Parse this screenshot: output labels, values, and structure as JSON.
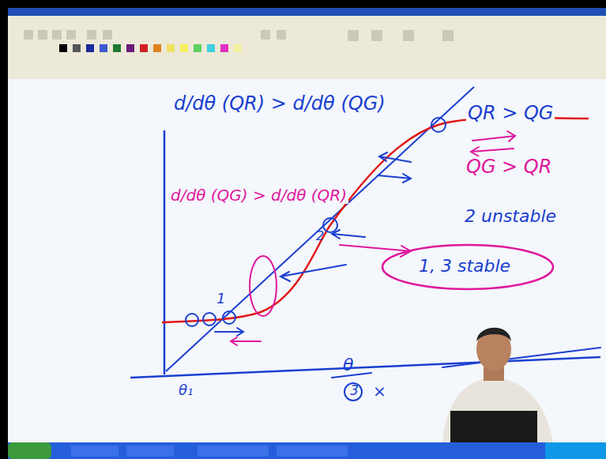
{
  "diagram": {
    "labels": [
      "d/dθ (QR) > d/dθ (QG)",
      "d/dθ (QG) > d/dθ (QR)",
      "QR > QG",
      "QG > QR",
      "2 unstable",
      "1, 3 stable",
      "1",
      "2",
      "θ₁",
      "θ",
      "3",
      "×"
    ]
  }
}
